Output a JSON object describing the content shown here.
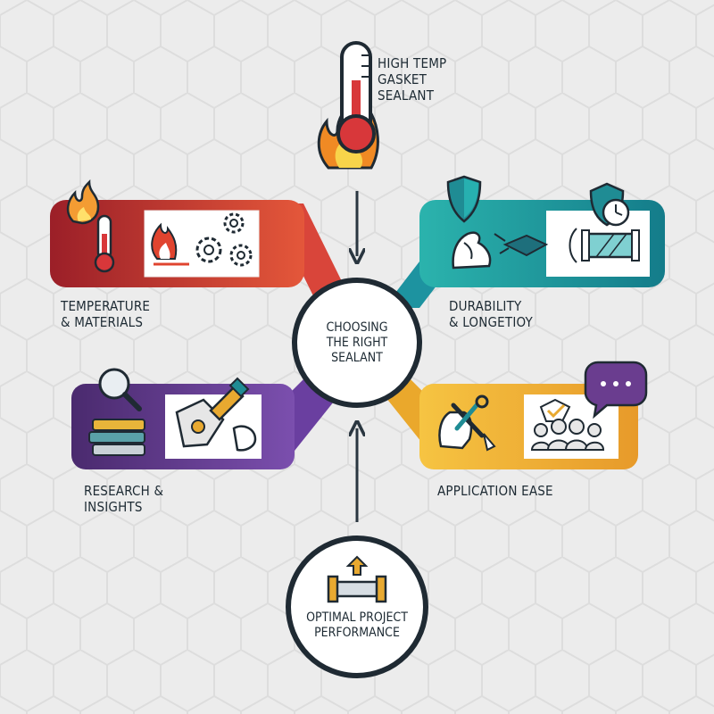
{
  "header": {
    "title_lines": [
      "HIGH TEMP",
      "GASKET",
      "SEALANT"
    ],
    "icon": "thermometer-flame-icon"
  },
  "center": {
    "lines": [
      "CHOOSING",
      "THE RIGHT",
      "SEALANT"
    ]
  },
  "outcome": {
    "lines": [
      "OPTIMAL PROJECT",
      "PERFORMANCE"
    ],
    "icon": "pipe-upgrade-icon"
  },
  "branches": [
    {
      "id": "temperature",
      "label_lines": [
        "TEMPERATURE",
        "& MATERIALS"
      ],
      "color": "#c0392b",
      "icons": [
        "flame-icon",
        "thermometer-icon",
        "fire-gears-icon"
      ]
    },
    {
      "id": "durability",
      "label_lines": [
        "DURABILITY",
        "& LONGETIOY"
      ],
      "color": "#1f9aa6",
      "icons": [
        "shield-icon",
        "shield-clock-icon",
        "flexed-arm-icon",
        "pipe-joint-icon"
      ]
    },
    {
      "id": "research",
      "label_lines": [
        "RESEARCH &",
        "INSIGHTS"
      ],
      "color": "#6a3d8f",
      "icons": [
        "magnifier-icon",
        "books-icon",
        "tag-brush-icon"
      ]
    },
    {
      "id": "application",
      "label_lines": [
        "APPLICATION EASE"
      ],
      "color": "#e8a930",
      "icons": [
        "speech-bubble-icon",
        "hand-tools-icon",
        "team-check-icon"
      ]
    }
  ]
}
